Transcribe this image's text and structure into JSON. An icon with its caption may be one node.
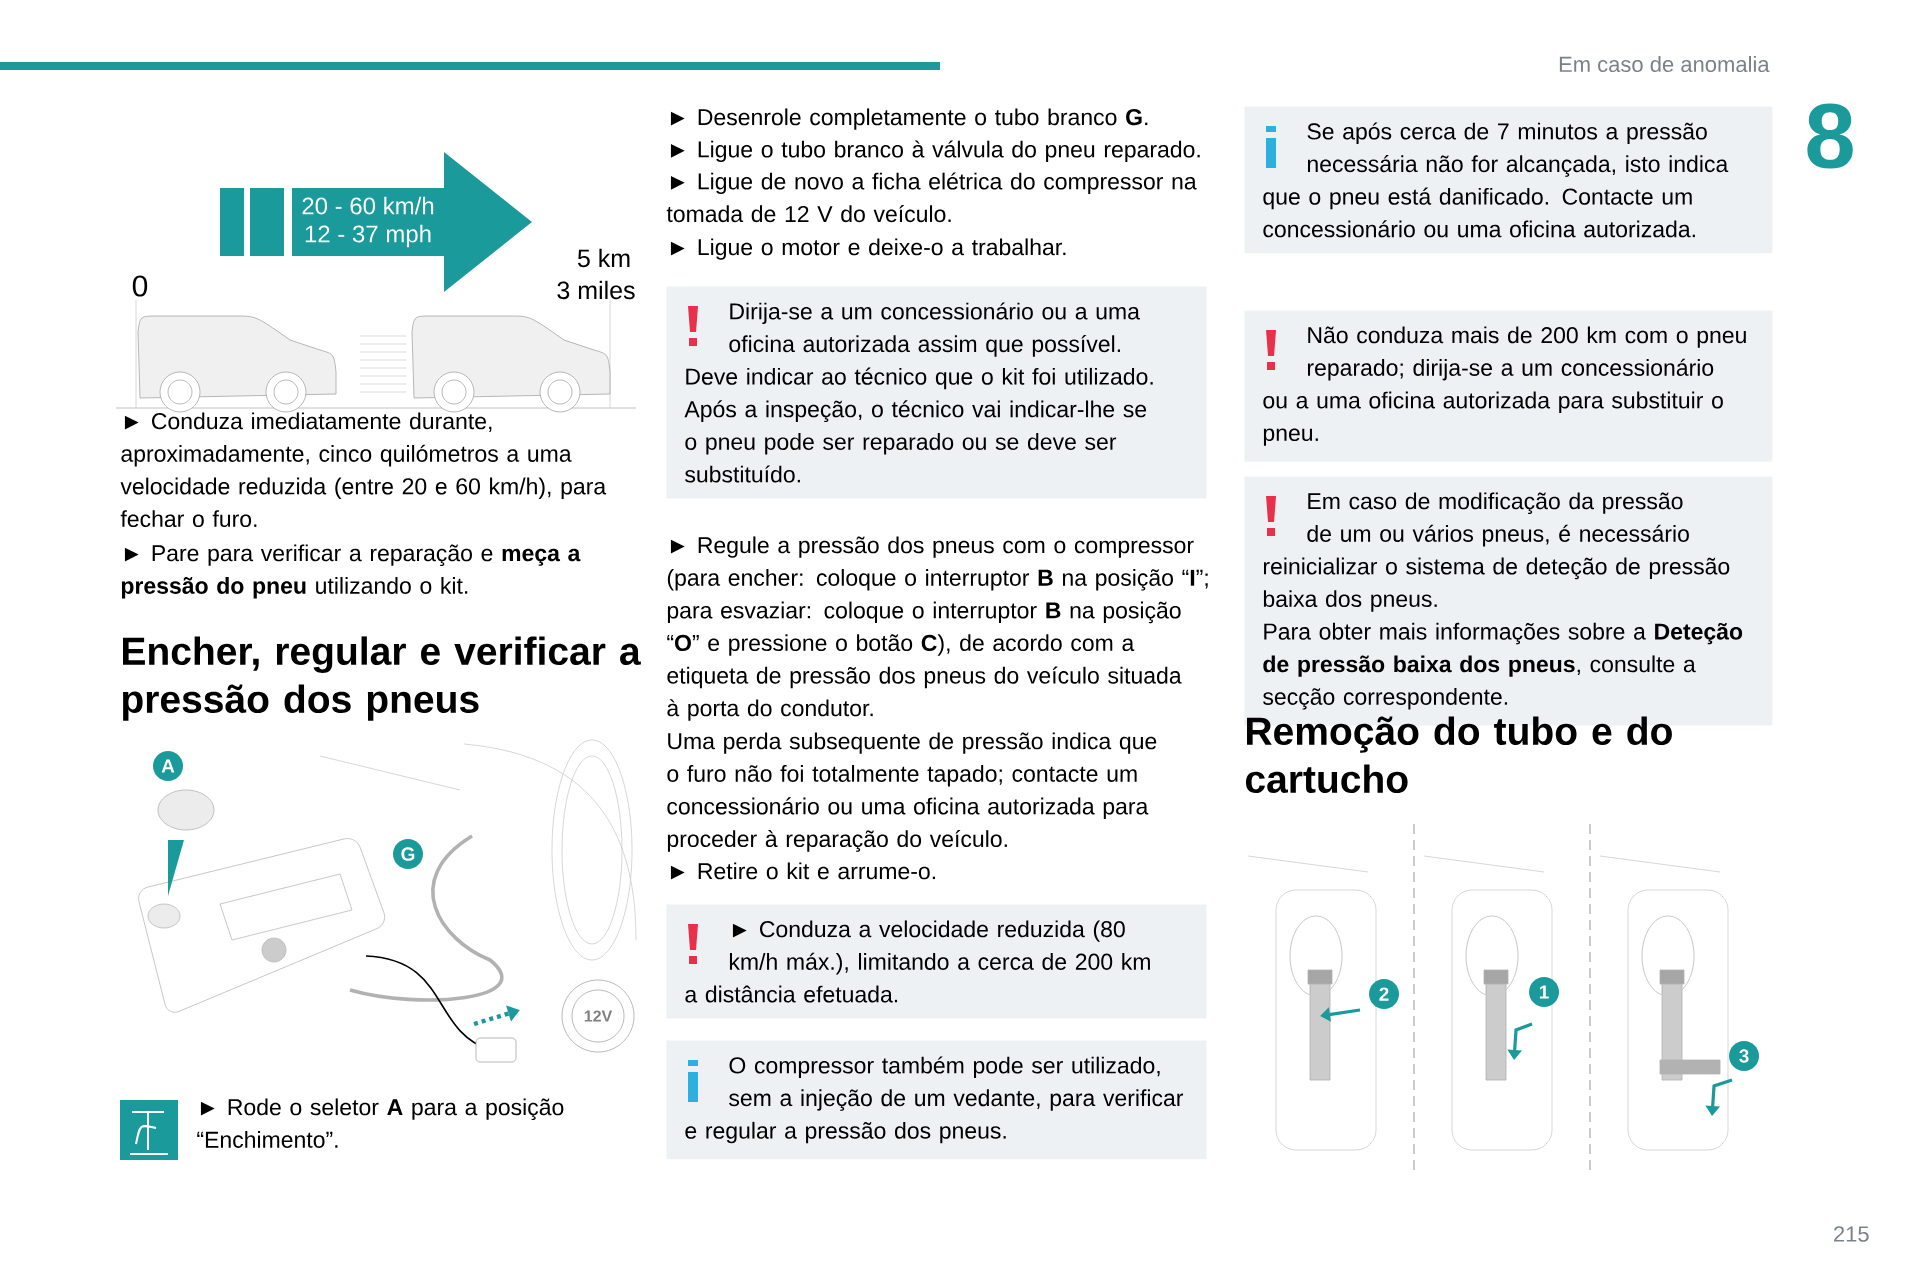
{
  "diagram": {
    "nodes": [
      {
        "text": [
          "20 - 60 km/h",
          "12 - 37 mph"
        ]
      },
      {
        "text": [
          "Dirija-se a um concessionário ou a uma oficina autorizada assim que possível.",
          "Deve indicar ao técnico que o kit foi utilizado.",
          "Após a inspeção, o técnico vai indicar-lhe se o pneu pode ser reparado ou se deve ser substituído."
        ]
      },
      {
        "text": [
          "► Conduza a velocidade reduzida (80 km/h máx.), limitando a cerca de 200 km a distância efetuada."
        ]
      },
      {
        "text": [
          "O compressor também pode ser utilizado, sem a injeção de um vedante, para verificar e regular a pressão dos pneus."
        ]
      },
      {
        "text": [
          "Se após cerca de 7 minutos a pressão necessária não for alcançada, isto indica que o pneu está danificado. Contacte um concessionário ou uma oficina autorizada."
        ]
      },
      {
        "text": [
          "Não conduza mais de 200 km com o pneu reparado; dirija-se a um concessionário ou a uma oficina autorizada para substituir o pneu."
        ]
      },
      {
        "text": [
          "Em caso de modificação da pressão de um ou vários pneus, é necessário reinicializar o sistema de deteção de pressão baixa dos pneus.",
          "Para obter mais informações sobre a **Deteção de pressão baixa dos pneus**, consulte a secção correspondente."
        ]
      }
    ],
    "labels": [
      "Em caso de anomalia",
      "8",
      "0",
      "5 km",
      "3 miles",
      "► Conduza imediatamente durante, aproximadamente, cinco quilómetros a uma velocidade reduzida (entre 20 e 60 km/h), para fechar o furo.",
      "► Pare para verificar a reparação e **meça a pressão do pneu** utilizando o kit.",
      "Encher, regular e verificar a pressão dos pneus",
      "A",
      "G",
      "12V",
      "► Rode o seletor **A** para a posição “Enchimento”.",
      "► Desenrole completamente o tubo branco **G**.",
      "► Ligue o tubo branco à válvula do pneu reparado.",
      "► Ligue de novo a ficha elétrica do compressor na tomada de 12 V do veículo.",
      "► Ligue o motor e deixe-o a trabalhar.",
      "► Regule a pressão dos pneus com o compressor (para encher: coloque o interruptor **B** na posição “**I**”; para esvaziar: coloque o interruptor **B** na posição “**O**” e pressione o botão **C**), de acordo com a etiqueta de pressão dos pneus do veículo situada à porta do condutor.",
      "Uma perda subsequente de pressão indica que o furo não foi totalmente tapado; contacte um concessionário ou uma oficina autorizada para proceder à reparação do veículo.",
      "► Retire o kit e arrume-o.",
      "Remoção do tubo e do cartucho",
      "2",
      "1",
      "3",
      "215"
    ]
  }
}
